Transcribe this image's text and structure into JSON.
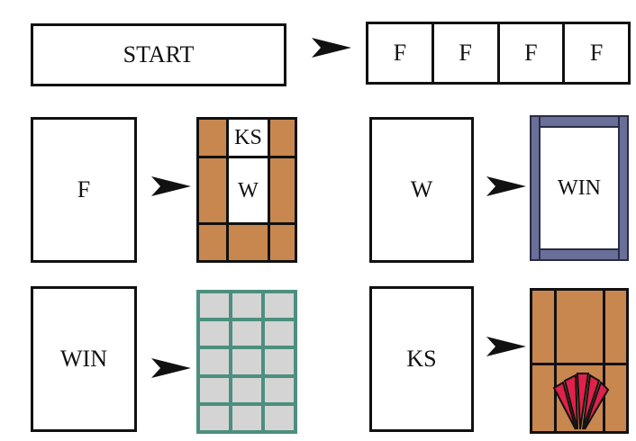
{
  "rules": {
    "start_rule": {
      "lhs": "START",
      "rhs": [
        "F",
        "F",
        "F",
        "F"
      ]
    },
    "facade_rule": {
      "lhs": "F",
      "rhs_labels": {
        "top": "KS",
        "middle": "W"
      }
    },
    "window_rule": {
      "lhs": "W",
      "rhs_label": "WIN"
    },
    "win_rule": {
      "lhs": "WIN"
    },
    "ks_rule": {
      "lhs": "KS"
    }
  },
  "colors": {
    "brick": "#c8874f",
    "frame": "#6a6f9a",
    "pane": "#d4d4d4",
    "pane_grid": "#4c8f7e",
    "keystone": "#e0214a",
    "outline": "#111111"
  }
}
